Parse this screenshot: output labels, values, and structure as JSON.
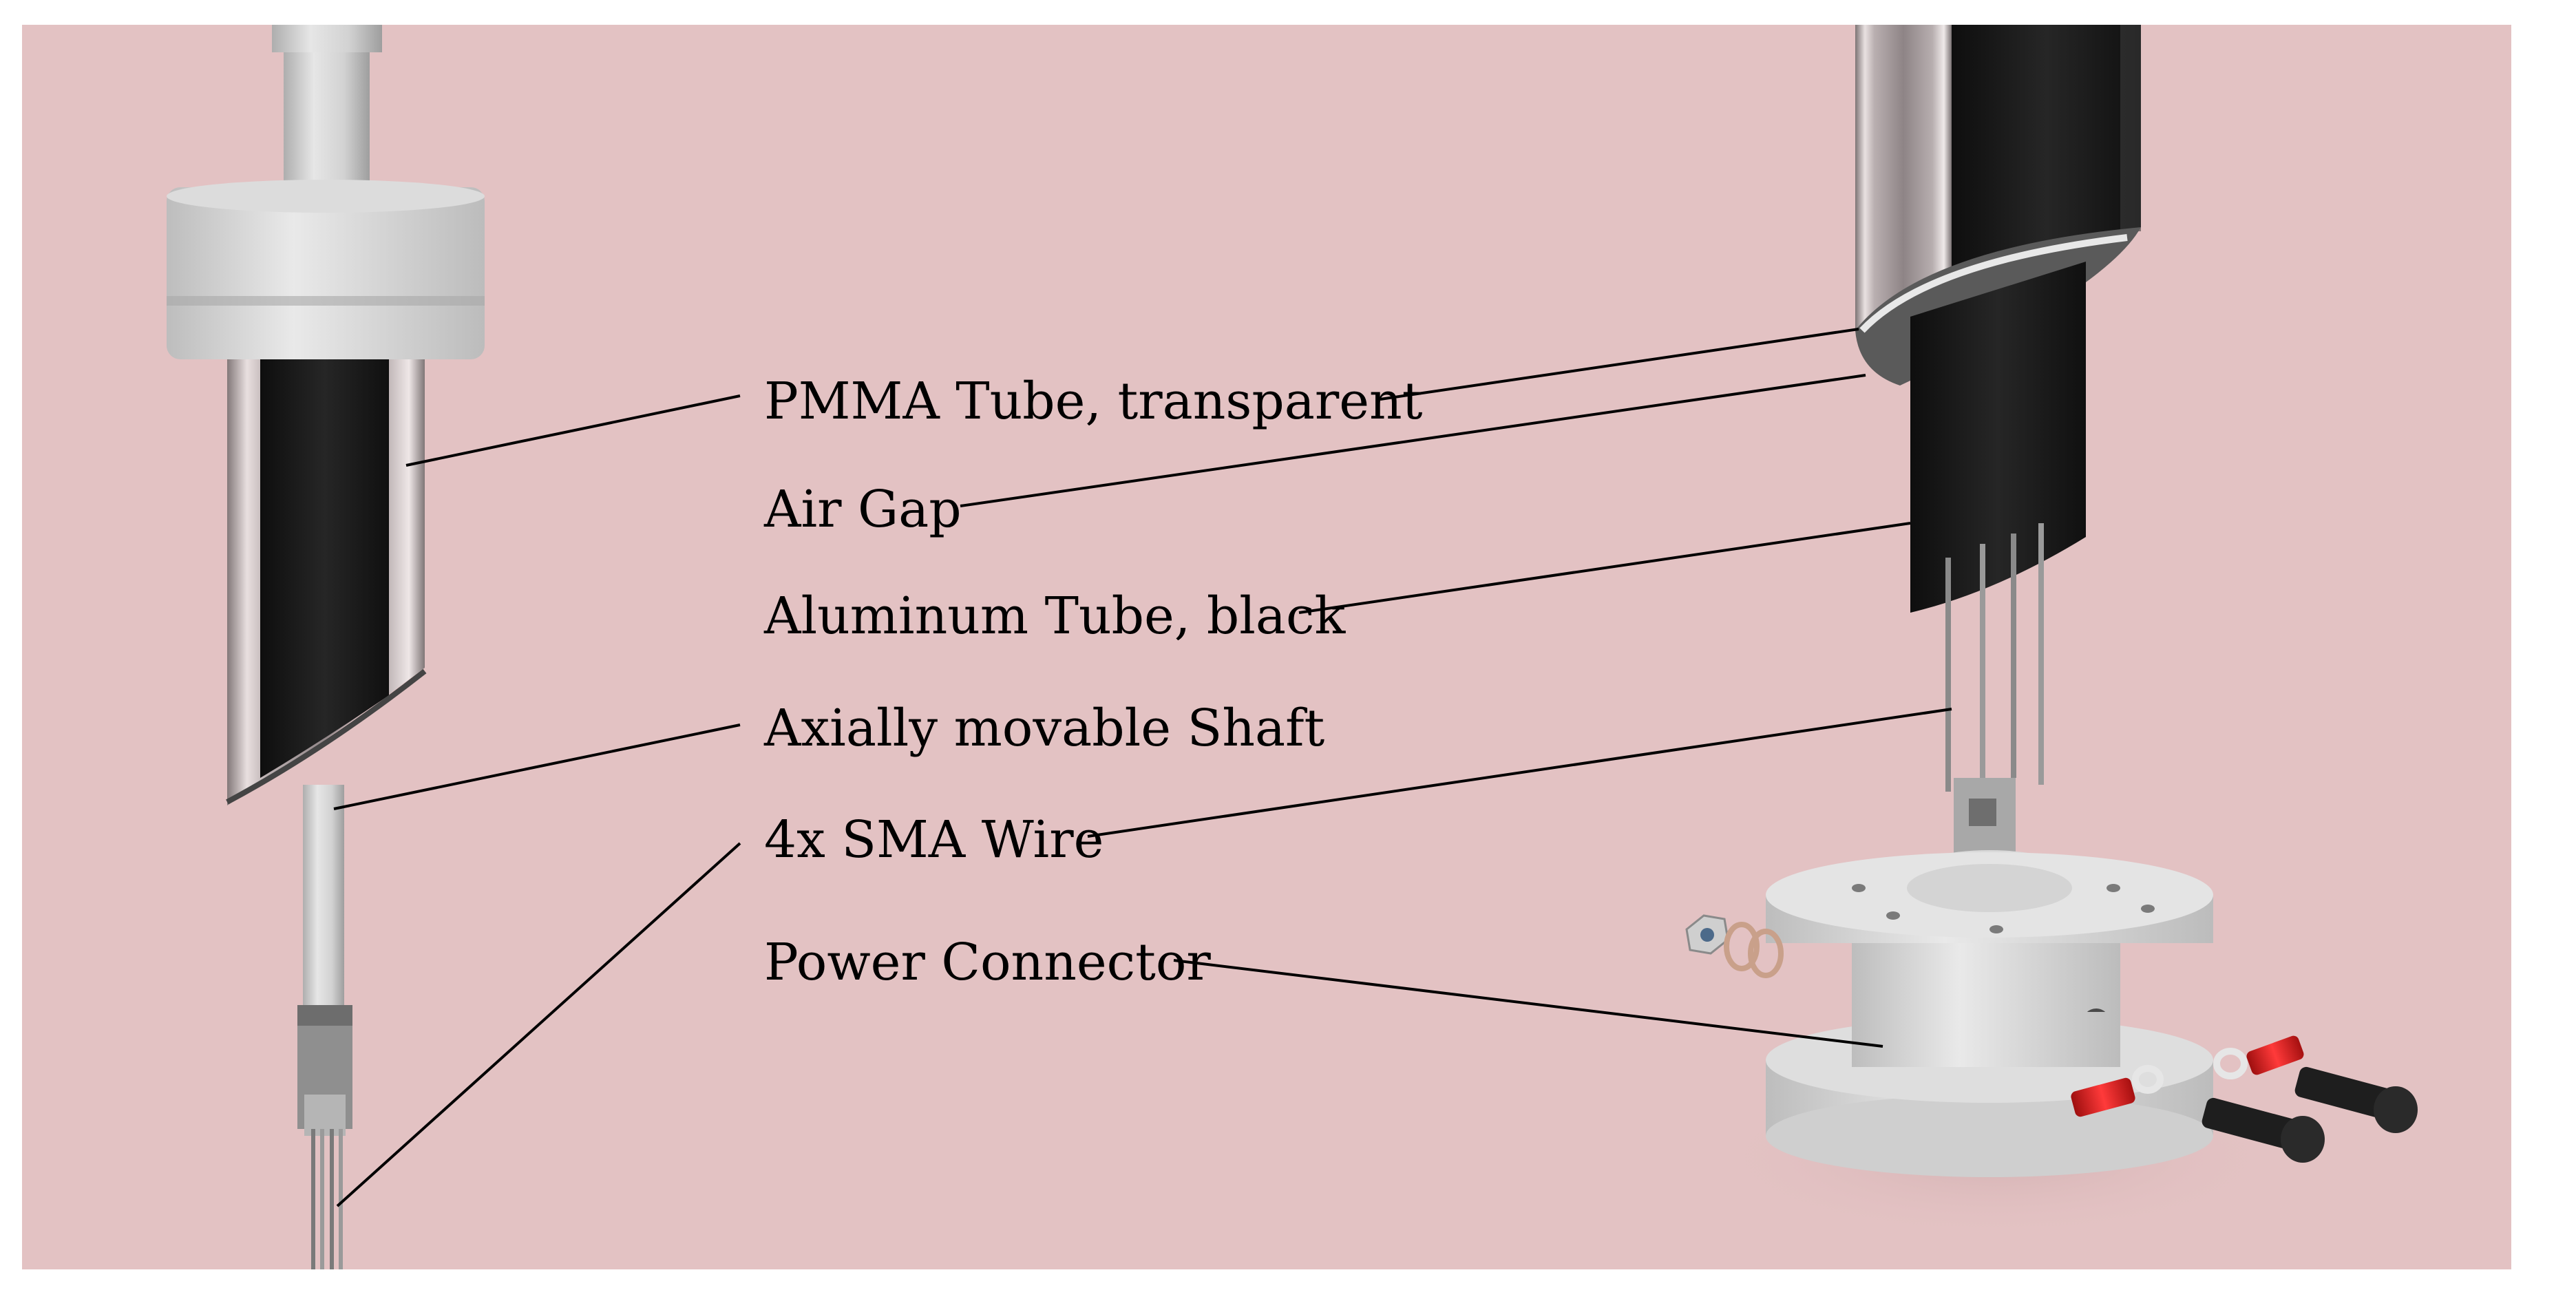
{
  "labels": {
    "pmma_tube": "PMMA Tube, transparent",
    "air_gap": "Air Gap",
    "aluminum_tube": "Aluminum Tube, black",
    "shaft": "Axially movable Shaft",
    "sma_wire": "4x SMA Wire",
    "power_connector": "Power Connector"
  },
  "colors": {
    "background": "#e3c2c3",
    "frame": "#ffffff",
    "aluminum_black": "#1a1a1a",
    "pmma_clear": "#c9c2c3",
    "metal_light": "#d6d6d6",
    "metal_mid": "#b9b9b9",
    "connector_red": "#d81e1e",
    "screw_black": "#202020",
    "washer_copper": "#c9a08a",
    "leader_line": "#000000"
  }
}
